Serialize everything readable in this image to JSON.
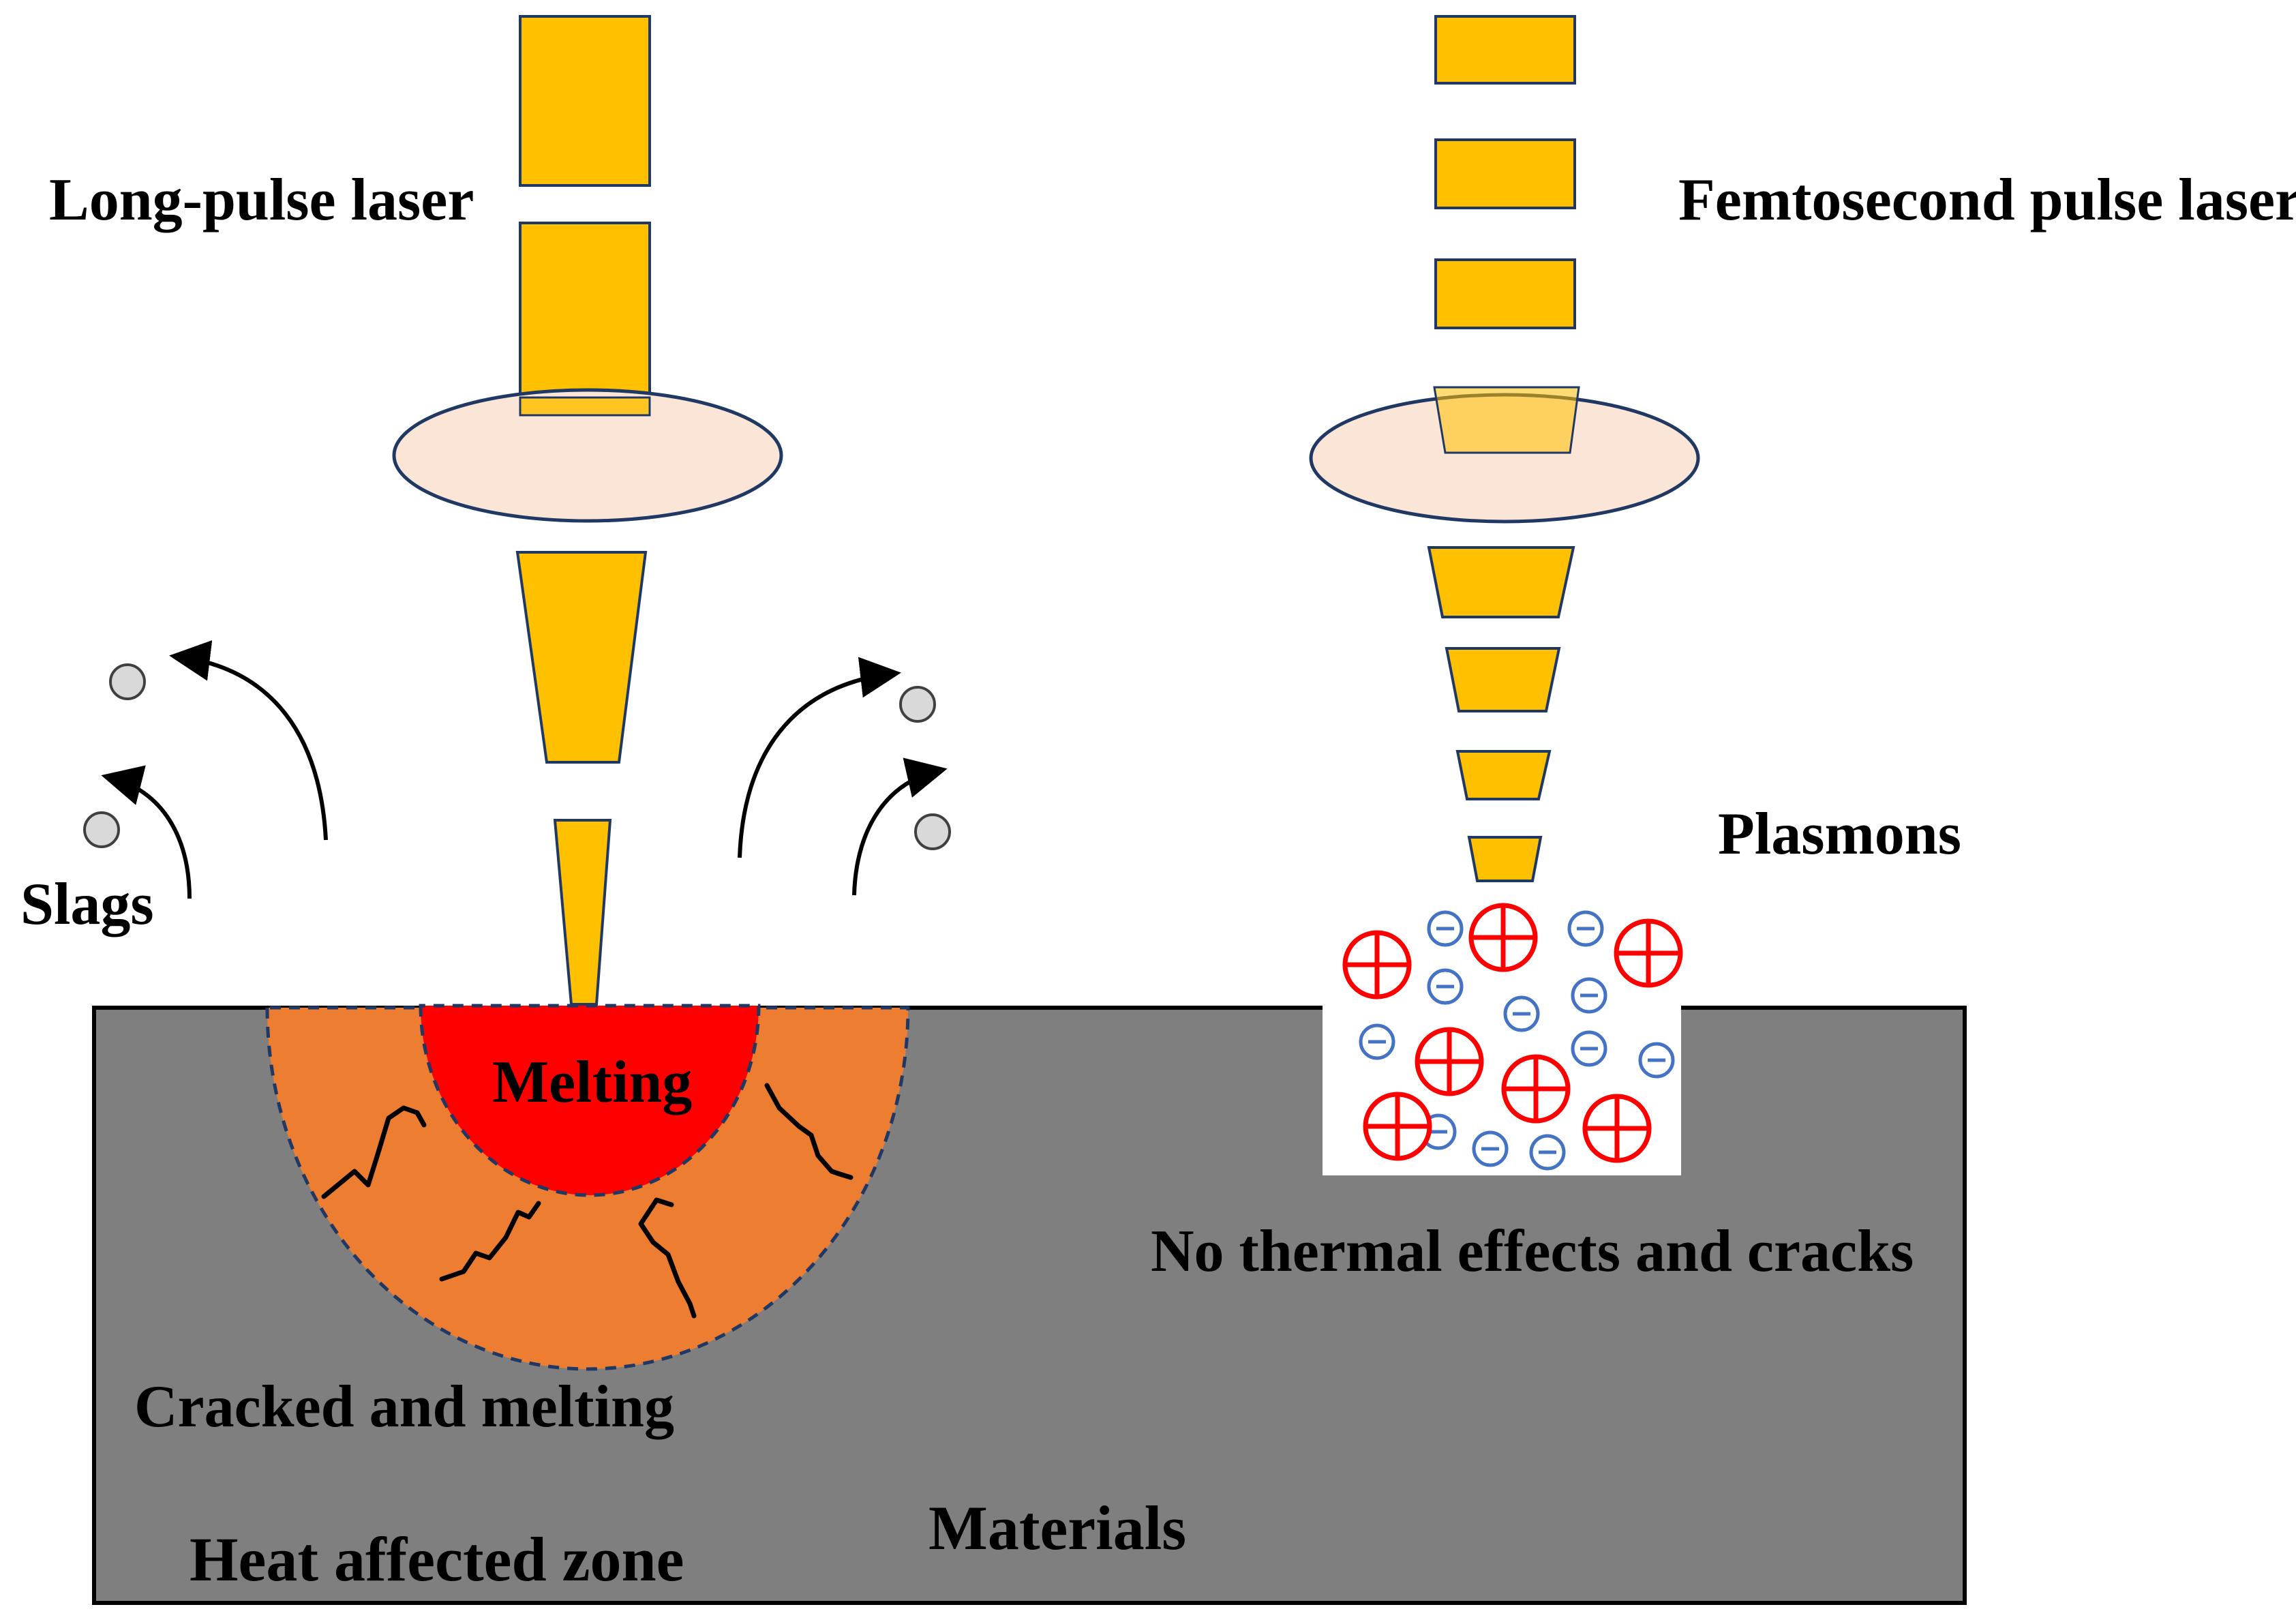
{
  "labels": {
    "long_pulse_laser": "Long-pulse laser",
    "femtosecond_pulse_laser": "Femtosecond pulse laser",
    "slags": "Slags",
    "plasmons": "Plasmons",
    "melting": "Melting",
    "cracked_and_melting": "Cracked and melting",
    "no_thermal_effects": "No thermal effects and cracks",
    "materials": "Materials",
    "heat_affected_zone": "Heat affected zone"
  },
  "colors": {
    "laser_beam": "#FFC000",
    "lens": "#FBE5D6",
    "material": "#7F7F7F",
    "heat_affected_zone": "#ED7D31",
    "melting_zone": "#FF0000",
    "slag_particle": "#D9D9D9",
    "positive_ion": "#FF0000",
    "electron": "#4472C4"
  },
  "icons": {
    "positive_ion": "circle-plus-icon",
    "electron": "circle-minus-icon",
    "slag": "grey-circle-icon",
    "ejection_arrow": "curved-arrow-icon",
    "crack": "jagged-line-icon"
  }
}
